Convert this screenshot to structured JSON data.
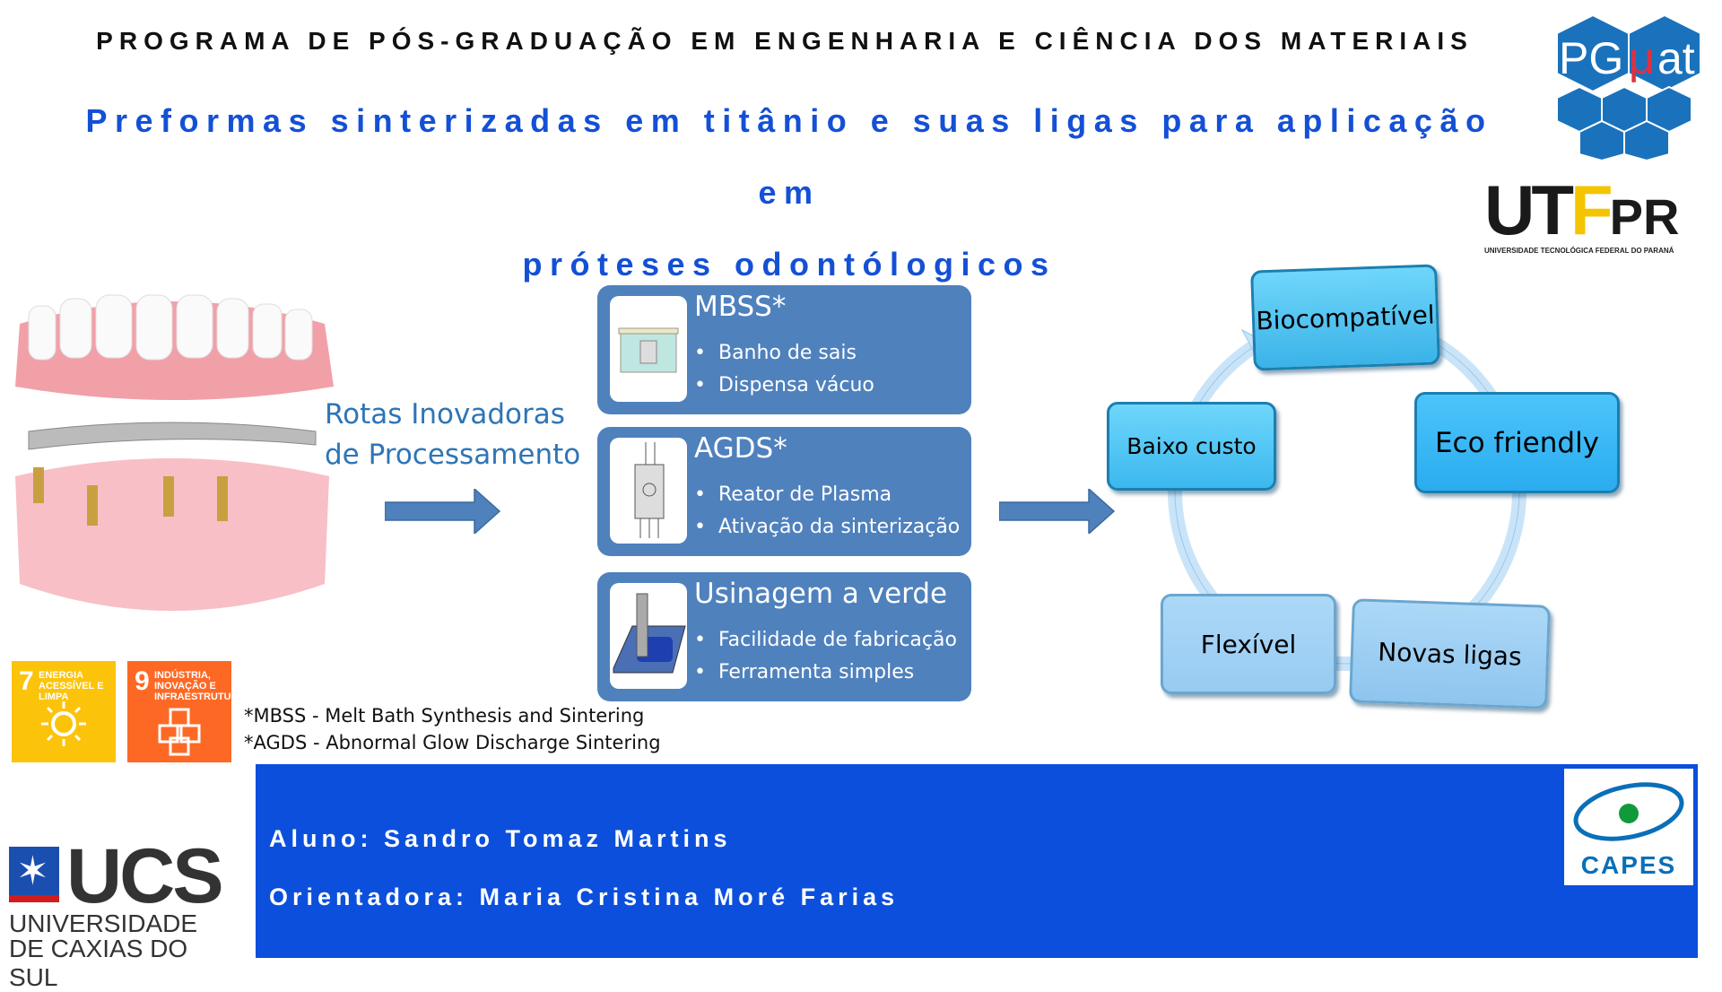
{
  "header": {
    "title": "PROGRAMA DE PÓS-GRADUAÇÃO EM ENGENHARIA E CIÊNCIA DOS MATERIAIS",
    "subtitle_line1": "Preformas sinterizadas em titânio e suas ligas para aplicação em",
    "subtitle_line2": "próteses odontólogicos"
  },
  "logos": {
    "pgmat": "PGMat",
    "utfpr": "UTFPR",
    "utfpr_sub": "UNIVERSIDADE TECNOLÓGICA FEDERAL DO PARANÁ",
    "ucs": "UCS",
    "ucs_sub1": "UNIVERSIDADE",
    "ucs_sub2": "DE CAXIAS DO SUL",
    "capes": "CAPES"
  },
  "rotas": {
    "line1": "Rotas Inovadoras",
    "line2": "de Processamento"
  },
  "routes": [
    {
      "title": "MBSS*",
      "bullets": [
        "Banho de sais",
        "Dispensa vácuo"
      ]
    },
    {
      "title": "AGDS*",
      "bullets": [
        "Reator de Plasma",
        "Ativação da sinterização"
      ]
    },
    {
      "title": "Usinagem a verde",
      "bullets": [
        "Facilidade de fabricação",
        "Ferramenta simples"
      ]
    }
  ],
  "cycle": [
    "Biocompatível",
    "Eco friendly",
    "Novas ligas",
    "Flexível",
    "Baixo custo"
  ],
  "sdg": [
    {
      "num": "7",
      "label": "ENERGIA ACESSÍVEL E LIMPA",
      "color": "#fcc30b"
    },
    {
      "num": "9",
      "label": "INDÚSTRIA, INOVAÇÃO E INFRAESTRUTURA",
      "color": "#fd6925"
    }
  ],
  "footnotes": [
    "*MBSS - Melt Bath Synthesis and Sintering",
    "*AGDS - Abnormal Glow Discharge Sintering"
  ],
  "footer": {
    "aluno": "Aluno: Sandro Tomaz Martins",
    "orientadora": "Orientadora: Maria Cristina Moré Farias"
  }
}
